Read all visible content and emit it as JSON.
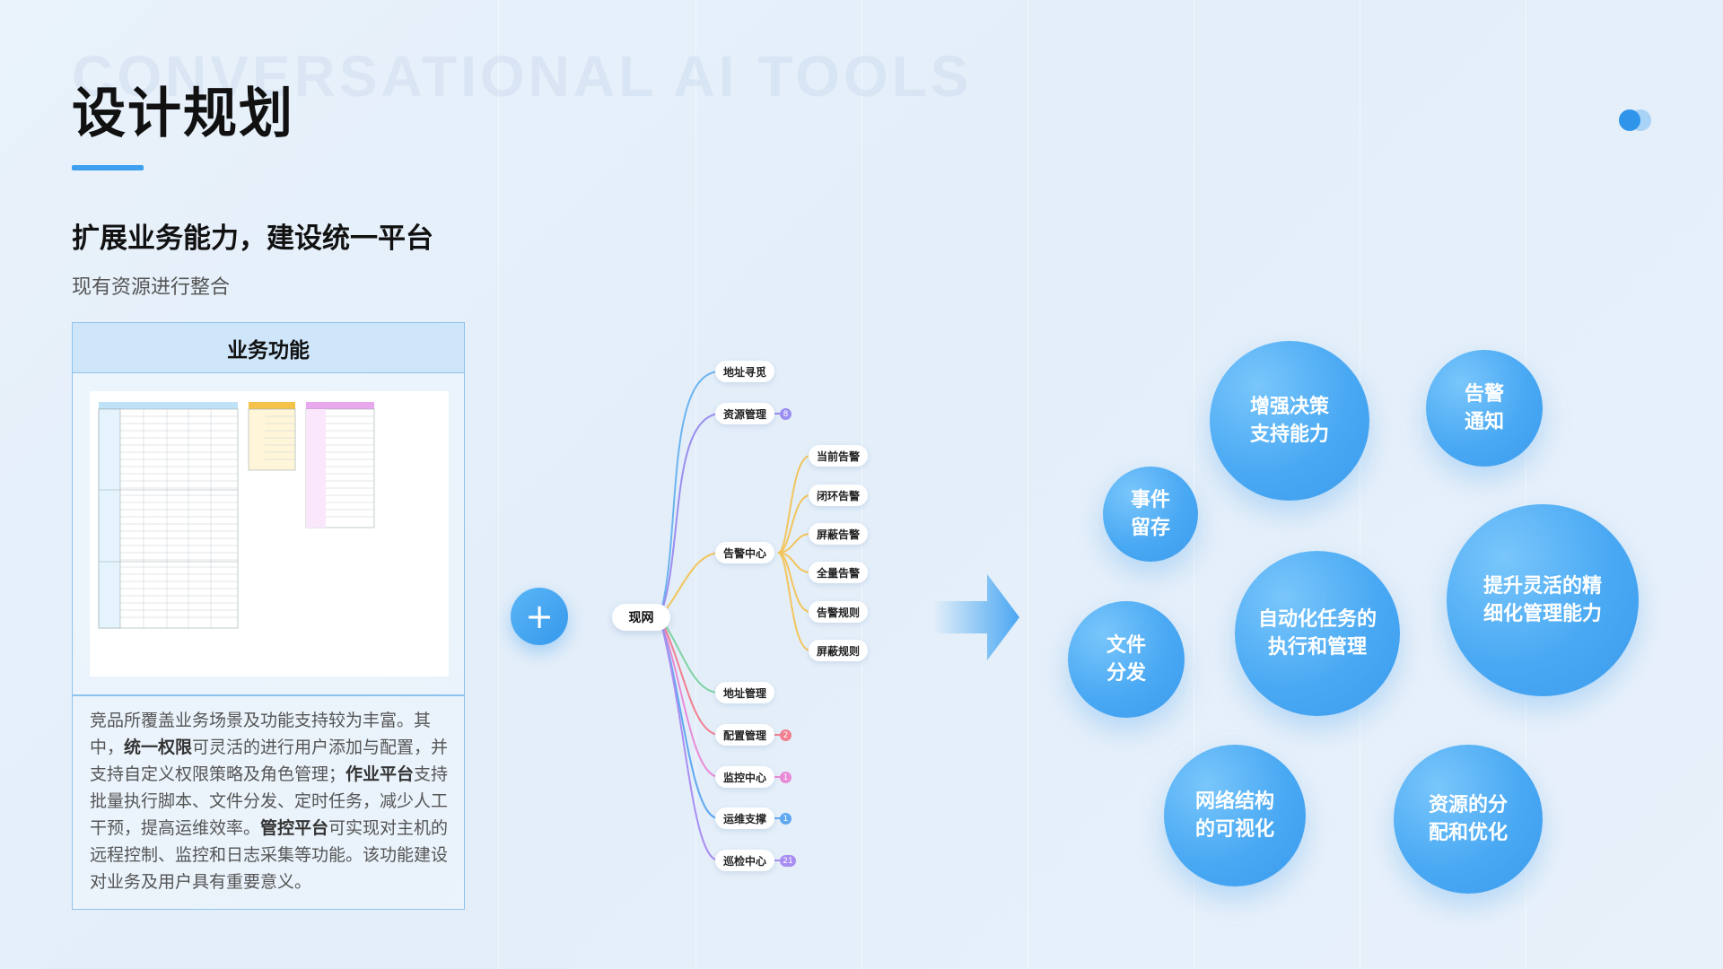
{
  "watermark": "CONVERSATIONAL AI TOOLS",
  "title": "设计规划",
  "subtitle": "扩展业务能力，建设统一平台",
  "description": "现有资源进行整合",
  "panel": {
    "header": "业务功能",
    "text_parts": [
      "竞品所覆盖业务场景及功能支持较为丰富。其中，",
      "统一权限",
      "可灵活的进行用户添加与配置，并支持自定义权限策略及角色管理；",
      "作业平台",
      "支持批量执行脚本、文件分发、定时任务，减少人工干预，提高运维效率。",
      "管控平台",
      "可实现对主机的远程控制、监控和日志采集等功能。该功能建设对业务及用户具有重要意义。"
    ]
  },
  "mindmap": {
    "root": "现网",
    "branches": [
      {
        "label": "地址寻觅",
        "badge": "",
        "color": "#6cb4f0"
      },
      {
        "label": "资源管理",
        "badge": "8",
        "color": "#9b8ef0"
      },
      {
        "label": "告警中心",
        "badge": "",
        "color": "#f2c55c"
      },
      {
        "label": "地址管理",
        "badge": "",
        "color": "#7fd3a4"
      },
      {
        "label": "配置管理",
        "badge": "2",
        "color": "#f07f8f"
      },
      {
        "label": "监控中心",
        "badge": "1",
        "color": "#e88ad6"
      },
      {
        "label": "运维支撑",
        "badge": "1",
        "color": "#5fa8f0"
      },
      {
        "label": "巡检中心",
        "badge": "21",
        "color": "#a98ef2"
      }
    ],
    "alarm_children": [
      "当前告警",
      "闭环告警",
      "屏蔽告警",
      "全量告警",
      "告警规则",
      "屏蔽规则"
    ]
  },
  "bubbles": [
    {
      "lines": [
        "增强决策",
        "支持能力"
      ]
    },
    {
      "lines": [
        "告警",
        "通知"
      ]
    },
    {
      "lines": [
        "事件",
        "留存"
      ]
    },
    {
      "lines": [
        "文件",
        "分发"
      ]
    },
    {
      "lines": [
        "自动化任务的",
        "执行和管理"
      ]
    },
    {
      "lines": [
        "提升灵活的精",
        "细化管理能力"
      ]
    },
    {
      "lines": [
        "网络结构",
        "的可视化"
      ]
    },
    {
      "lines": [
        "资源的分",
        "配和优化"
      ]
    }
  ],
  "colors": {
    "accent": "#3ea0ee",
    "bubble": "#4aa9f3"
  }
}
